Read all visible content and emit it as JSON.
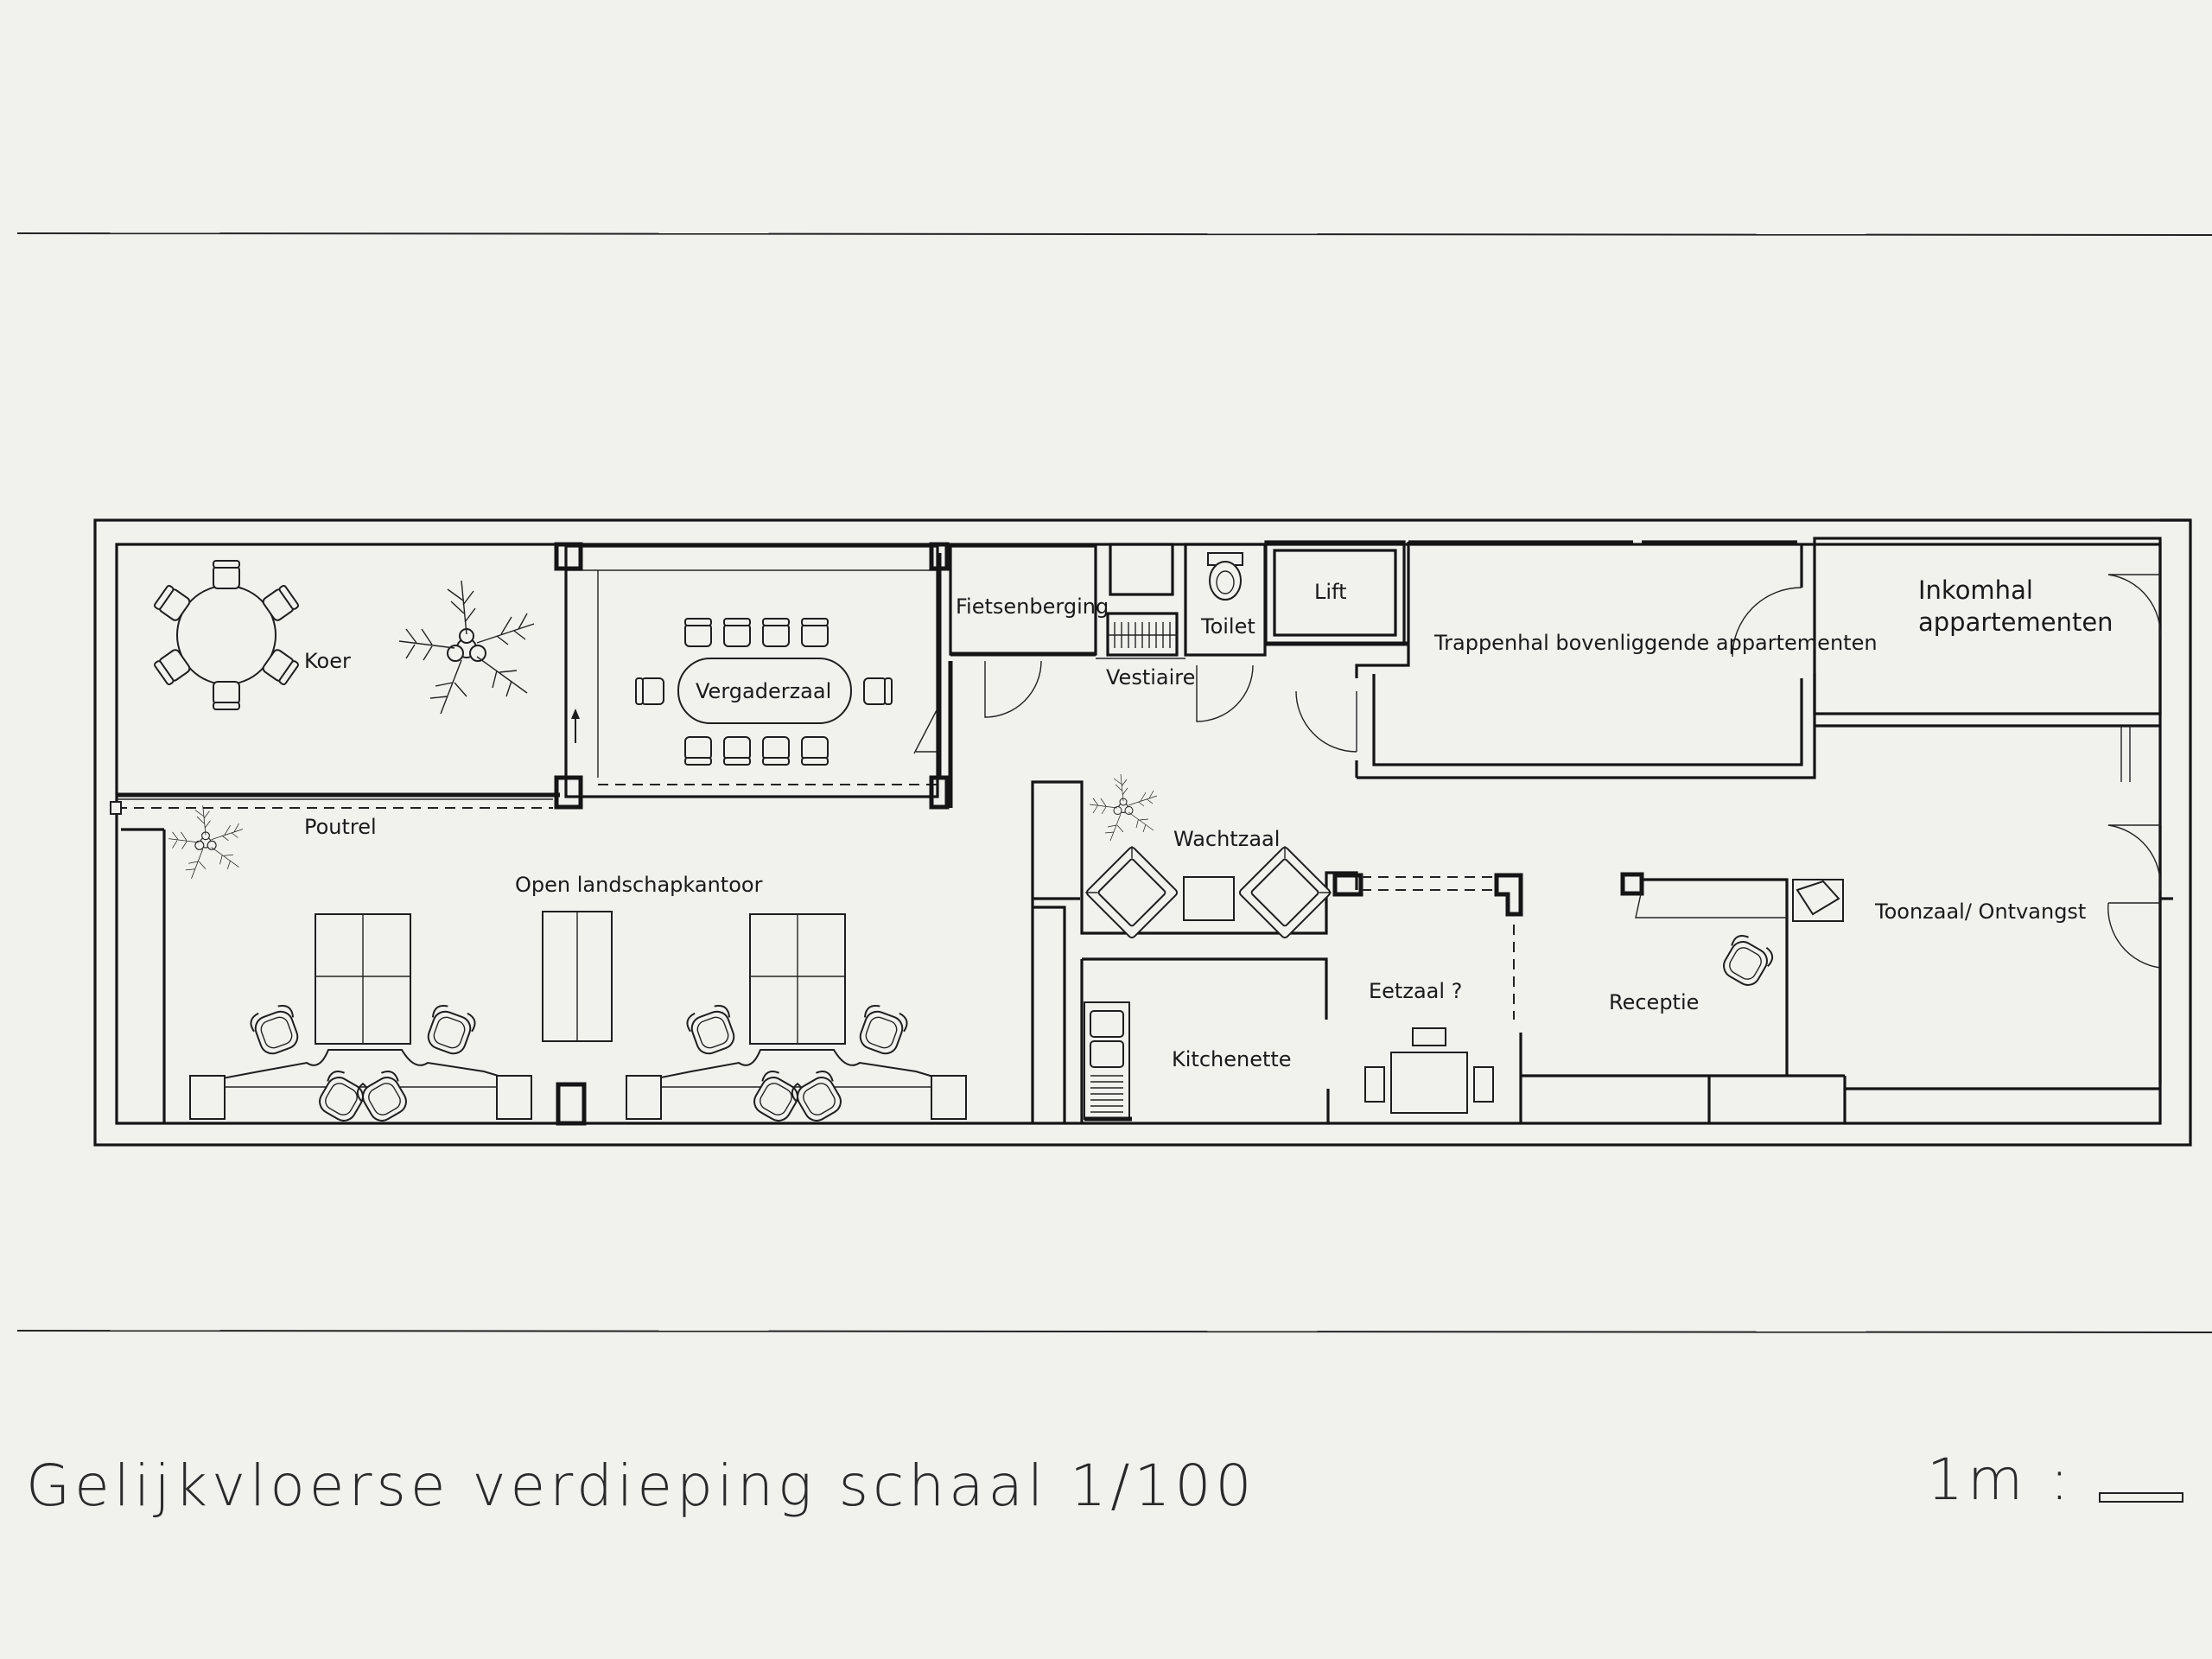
{
  "drawing": {
    "title": "Gelijkvloerse verdieping schaal 1/100",
    "scale_label": "1m :"
  },
  "rooms": {
    "koer": "Koer",
    "vergaderzaal": "Vergaderzaal",
    "fietsenberging": "Fietsenberging",
    "vestiaire": "Vestiaire",
    "toilet": "Toilet",
    "lift": "Lift",
    "trappenhal": "Trappenhal bovenliggende appartementen",
    "inkomhal_1": "Inkomhal",
    "inkomhal_2": "appartementen",
    "poutrel": "Poutrel",
    "open_kantoor": "Open landschapkantoor",
    "wachtzaal": "Wachtzaal",
    "eetzaal": "Eetzaal ?",
    "kitchenette": "Kitchenette",
    "receptie": "Receptie",
    "toonzaal": "Toonzaal/ Ontvangst"
  }
}
